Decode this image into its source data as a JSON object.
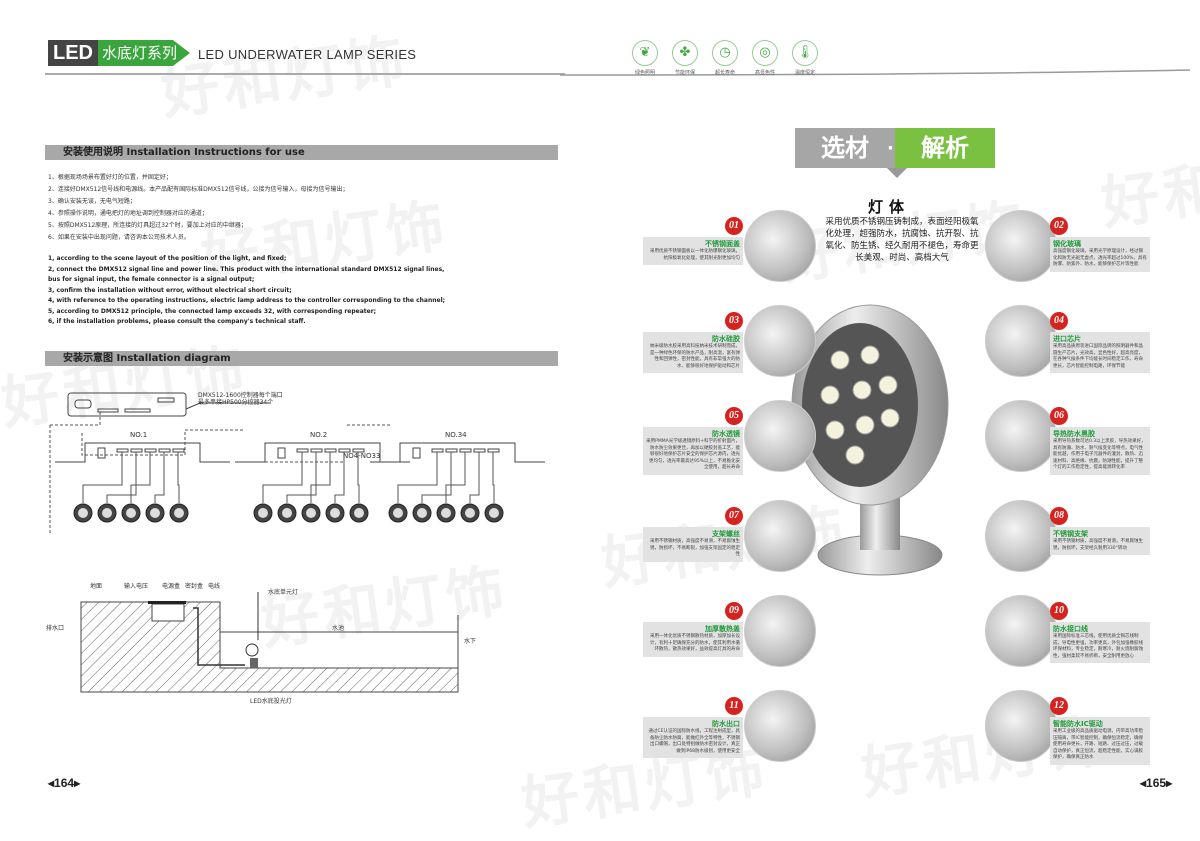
{
  "header": {
    "led": "LED",
    "series_cn": "水底灯系列",
    "series_en": "LED UNDERWATER LAMP SERIES"
  },
  "features": [
    {
      "icon": "leaf-icon",
      "label": "绿色照明"
    },
    {
      "icon": "fan-icon",
      "label": "节能环保"
    },
    {
      "icon": "clock-icon",
      "label": "超长寿命"
    },
    {
      "icon": "ring-icon",
      "label": "高显色性"
    },
    {
      "icon": "thermometer-icon",
      "label": "温度恒定"
    }
  ],
  "watermark": "好和灯饰",
  "left": {
    "section1": "安装使用说明   Installation Instructions for use",
    "cn_steps": [
      "1、根据现场场景布置好灯的位置，并固定好；",
      "2、连接好DMX512信号线和电源线。本产品配有国际标准DMX512信号线，公接为信号输入，母接为信号输出；",
      "3、确认安装无误，无电气短路；",
      "4、参照操作说明，通电把灯的地址调到控制器对应的通道；",
      "5、按照DMX512原理，所连接的灯具超过32个时，要加上对应的中继器；",
      "6、如果在安装中出现问题，请咨询本公司技术人员。"
    ],
    "en_steps": [
      "1, according to the scene layout of the position of the light, and fixed;",
      "2, connect the DMX512 signal line and power line. This product with the international standard DMX512 signal lines,",
      "    bus for signal input, the female connector is a signal output;",
      "3, confirm the installation without error, without electrical short circuit;",
      "4, with reference to the operating instructions, electric lamp address to the controller corresponding to the channel;",
      "5, according to DMX512 principle, the connected lamp exceeds 32, with corresponding repeater;",
      "6, if the installation problems, please consult the company's technical staff."
    ],
    "section2": "安装示意图   Installation diagram",
    "diagram1": {
      "note1": "DMX512-1600控制器每个端口",
      "note2": "最多串接HP500分控器34个",
      "groups": [
        "NO.1",
        "NO.2",
        "NO.34"
      ],
      "middle": "NO4-NO33"
    },
    "diagram2": {
      "ground": "地面",
      "input_voltage": "输入电压",
      "power_box": "电源盒",
      "seal_box": "密封盒",
      "wire": "电线",
      "drain": "排水口",
      "lamp": "水底单元灯",
      "pool": "水池",
      "underwater": "水下",
      "caption": "LED水底投光灯"
    },
    "page": "164"
  },
  "right": {
    "banner_left": "选材",
    "banner_dot": "·",
    "banner_right": "解析",
    "body_title": "灯体",
    "body_desc": "采用优质不锈钢压铸制成，表面经阳极氧化处理，超强防水，抗腐蚀、抗开裂、抗氧化、防生锈、经久耐用不褪色，寿命更长美观、时尚、高档大气",
    "left_items": [
      {
        "num": "01",
        "title": "不锈钢面盖",
        "desc": "采用优质不锈钢面板以一体化防爆钢化玻璃，抗阳极氧化处理，使其耐光耐更加均匀"
      },
      {
        "num": "03",
        "title": "防水硅胶",
        "desc": "纳米级防水胶采用高科技纳米技术研制而成，是一种绿色环保的防水产品，耐高温，富有弹性和回弹性，密封性能，具有非常强大的防水、能够很好地保护驱动和芯片"
      },
      {
        "num": "05",
        "title": "防水透镜",
        "desc": "采用PMMA光学级透镜原料+科学的折射面片，防水防尘效果更佳，再加以硬胶封盖工艺，能够很好地保护芯片安全的保护芯片源内，透光更均匀，透光率最高达95%以上，不易脆化安全使用，超长寿命"
      },
      {
        "num": "07",
        "title": "支架螺丝",
        "desc": "采用不锈钢材质，高强度不易滑，不易腐蚀生锈，防损坏，不易断裂，加强支架固定的稳定性"
      },
      {
        "num": "09",
        "title": "加厚散热盖",
        "desc": "采用一体化优质不锈钢散热材质，加厚加长设计，有利十足确保充分的防水，使其利用水循环散热，散热效果好，益效提高灯具的寿命"
      },
      {
        "num": "11",
        "title": "防水出口",
        "desc": "通过CE认证的国际防水线，工程注射成型，具备防尘防水防腐，能做红外全等特性，不锈钢出口螺帽，出口处特别做防水密封设计，真正做到IP68防水级别，使用更安全"
      }
    ],
    "right_items": [
      {
        "num": "02",
        "title": "钢化玻璃",
        "desc": "高强度钢化玻璃，采用光学原理设计，经过钢化和防无光斑无虚点，透光率超过100%，具有防爆、防紫外、防水，能够保护芯片等性能"
      },
      {
        "num": "04",
        "title": "进口芯片",
        "desc": "采用高品质原装进口国际品牌的照明器件和晶圆生产芯片，光效高，显色性好，超高亮度，在各种气候条件下均能长时间稳定工作，寿命更长，芯片智能控制电路，环保节能"
      },
      {
        "num": "06",
        "title": "导热防水黑胶",
        "desc": "采用导热系数可达0.3以上黑胶，导热效果好，具有防潮、防水、耐气候变化等特点，电气性能优越，作用于电子元器件的灌封，散热、迅速材料、高绝缘、抗震，防潮性能，提升了整个灯的工作稳定性，提高能源转化率"
      },
      {
        "num": "08",
        "title": "不锈钢支架",
        "desc": "采用不锈钢材质，高强度不易滑，不易腐蚀生锈，防损坏，支架经久耐用330°转动"
      },
      {
        "num": "10",
        "title": "防水接口线",
        "desc": "采用国际标准三芯线，使用优质全铜芯线制成，导电性更强，功率更高，外包加强橡胶线环保材料，专业稳定，耐寒冷，耐火烧耐腐蚀性，强材柔软不易折断，安全耐用更放心"
      },
      {
        "num": "12",
        "title": "智能防水IC驱动",
        "desc": "采用工业级的高品质驱动电源，内带高功率稳压隔离，带IC智能控制，确保恒流稳定，确保使用寿命更长，开路、短路、过压过压，过载自动保护，真正恒流，超稳定性能，实心满胶保护，确保真正防水"
      }
    ],
    "page": "165"
  },
  "colors": {
    "green": "#3aa53c",
    "banner_green": "#7ac142",
    "banner_grey": "#a6a6a6",
    "num_red": "#d6231f",
    "title_green": "#1f9a3a"
  }
}
